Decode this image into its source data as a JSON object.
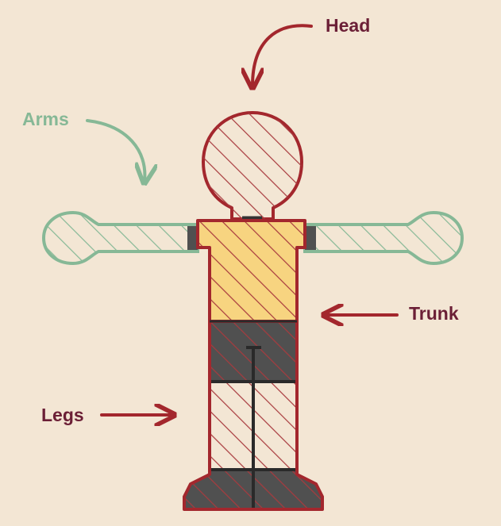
{
  "labels": {
    "head": "Head",
    "arms": "Arms",
    "trunk": "Trunk",
    "legs": "Legs"
  },
  "colors": {
    "background": "#f3e6d4",
    "outline_red": "#a3272d",
    "hatch_red": "#a83a3e",
    "label_dark_red": "#6b1f36",
    "arms_green": "#86b896",
    "trunk_yellow": "#f7d480",
    "legs_dark": "#505050"
  }
}
